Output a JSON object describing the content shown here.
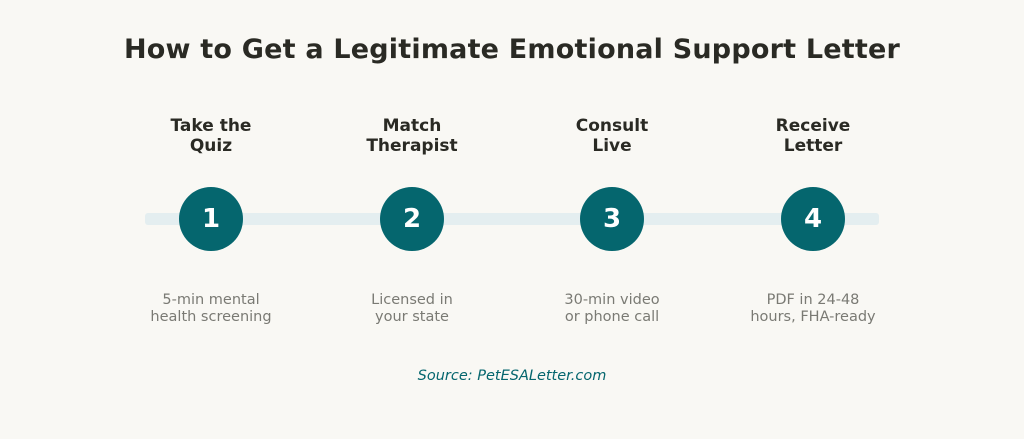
{
  "title": "How to Get a Legitimate Emotional Support Letter",
  "colors": {
    "background": "#f9f8f4",
    "accent": "#05666e",
    "track": "#e4eef0",
    "heading_text": "#2a2a24",
    "muted_text": "#7a7a74"
  },
  "steps": [
    {
      "number": "1",
      "label_lines": [
        "Take the",
        "Quiz"
      ],
      "desc_lines": [
        "5-min mental",
        "health screening"
      ]
    },
    {
      "number": "2",
      "label_lines": [
        "Match",
        "Therapist"
      ],
      "desc_lines": [
        "Licensed in",
        "your state"
      ]
    },
    {
      "number": "3",
      "label_lines": [
        "Consult",
        "Live"
      ],
      "desc_lines": [
        "30-min video",
        "or phone call"
      ]
    },
    {
      "number": "4",
      "label_lines": [
        "Receive",
        "Letter"
      ],
      "desc_lines": [
        "PDF in 24-48",
        "hours, FHA-ready"
      ]
    }
  ],
  "source": "Source: PetESALetter.com"
}
